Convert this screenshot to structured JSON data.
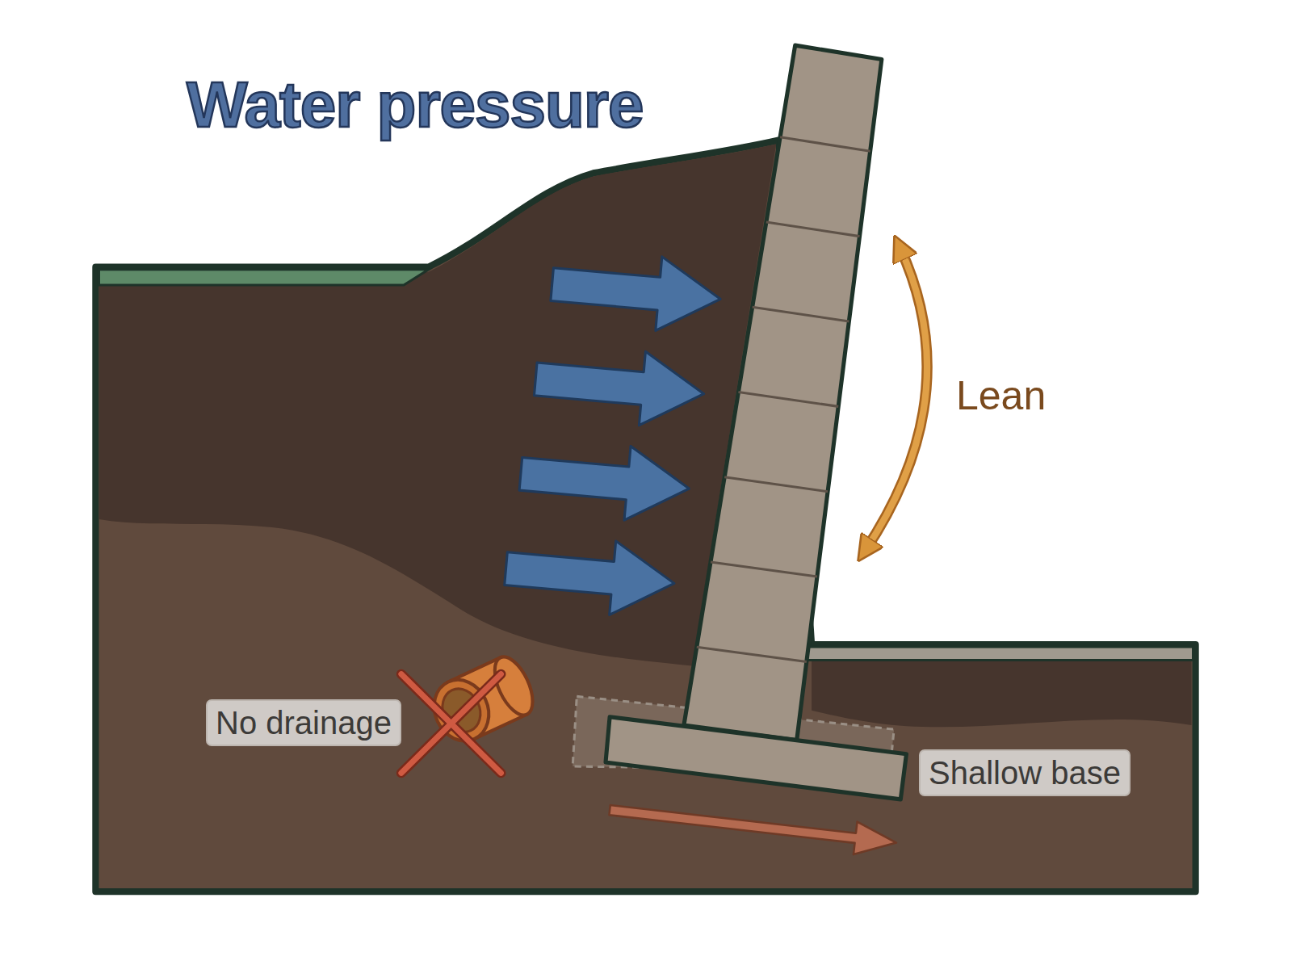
{
  "diagram": {
    "title": "Water pressure",
    "nodes": [
      {
        "text": [
          "No drainage"
        ]
      },
      {
        "text": [
          "Shallow base"
        ]
      }
    ],
    "labels": [
      "Lean"
    ]
  }
}
